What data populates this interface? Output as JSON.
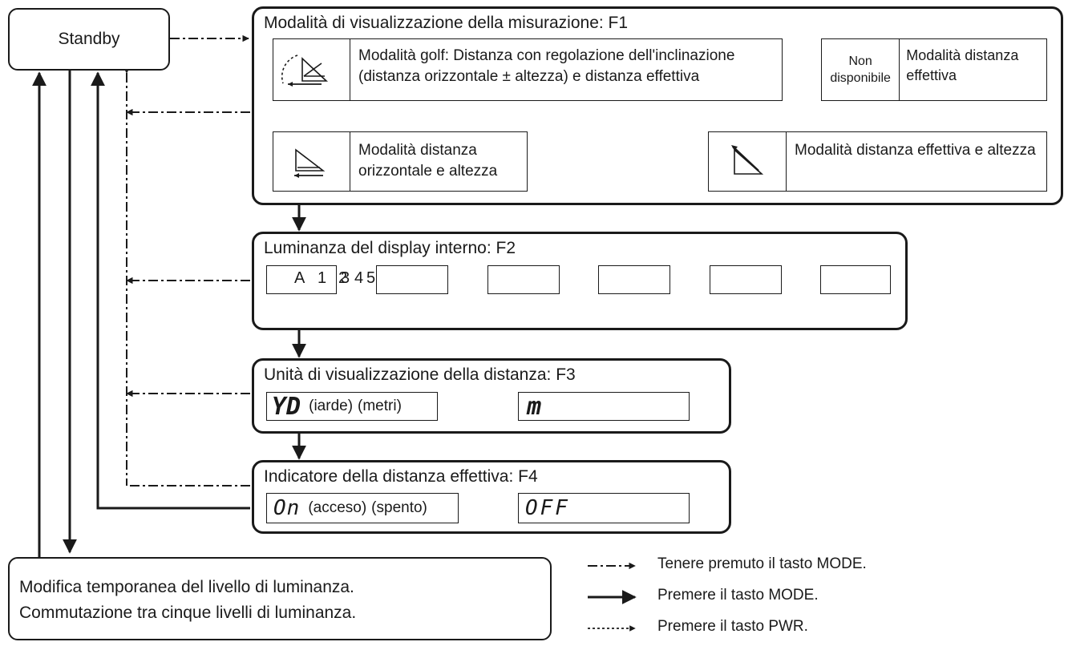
{
  "standby": {
    "label": "Standby"
  },
  "f1": {
    "title": "Modalità di visualizzazione della misurazione: F1",
    "golf": {
      "text": "Modalità golf: Distanza con regolazione dell'inclinazione (distanza orizzontale ± altezza) e distanza effettiva"
    },
    "unavailable": {
      "badge": "Non disponibile",
      "text": "Modalità distanza effettiva"
    },
    "actual_height": {
      "text": "Modalità distanza effettiva e altezza"
    },
    "horizontal_height": {
      "text": "Modalità distanza orizzontale e altezza"
    }
  },
  "f2": {
    "title": "Luminanza del display interno: F2",
    "levels": [
      "A",
      "1",
      "2",
      "3",
      "4",
      "5"
    ]
  },
  "f3": {
    "title": "Unità di visualizzazione della distanza: F3",
    "yard_symbol": "YD",
    "yard_caption": "(iarde)",
    "meter_caption": "(metri)",
    "meter_symbol": "m"
  },
  "f4": {
    "title": "Indicatore della distanza effettiva: F4",
    "on_symbol": "On",
    "on_caption": "(acceso)",
    "off_caption": "(spento)",
    "off_symbol": "OFF"
  },
  "bottom": {
    "line1": "Modifica temporanea del livello di luminanza.",
    "line2": "Commutazione tra cinque livelli di luminanza."
  },
  "legend": {
    "hold_mode": "Tenere premuto il tasto MODE.",
    "press_mode": "Premere il tasto MODE.",
    "press_pwr": "Premere il tasto PWR."
  }
}
